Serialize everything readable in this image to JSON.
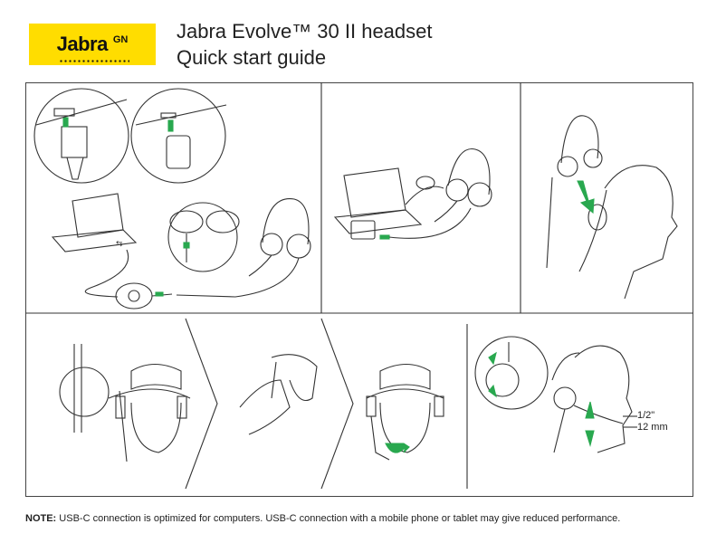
{
  "header": {
    "logo_text": "Jabra",
    "logo_suffix": "GN",
    "title_line1": "Jabra Evolve™ 30 II headset",
    "title_line2": "Quick start guide"
  },
  "panels": {
    "measurement": {
      "inch": "1/2\"",
      "mm": "12 mm"
    }
  },
  "footer": {
    "note_label": "NOTE:",
    "note_text": " USB-C connection is optimized for computers. USB-C connection with a mobile phone or tablet may give reduced performance."
  },
  "colors": {
    "logo_yellow": "#ffdd00",
    "accent_green": "#29a84f",
    "line_dark": "#333333"
  }
}
